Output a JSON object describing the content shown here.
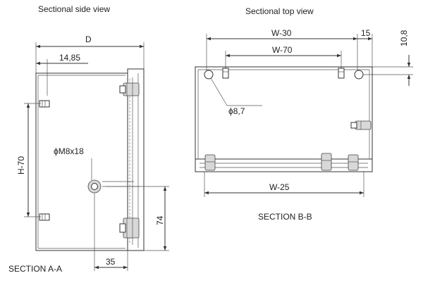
{
  "titles": {
    "side_view": "Sectional side view",
    "top_view": "Sectional top view",
    "section_aa": "SECTION A-A",
    "section_bb": "SECTION B-B"
  },
  "side_dims": {
    "depth": "D",
    "offset": "14,85",
    "height": "H-70",
    "bolt": "ϕM8x18",
    "bottom": "74",
    "bolt_offset": "35"
  },
  "top_dims": {
    "width_a": "W-30",
    "width_b": "W-70",
    "width_c": "W-25",
    "edge": "15",
    "rim": "10,8",
    "hole": "ϕ8,7"
  }
}
